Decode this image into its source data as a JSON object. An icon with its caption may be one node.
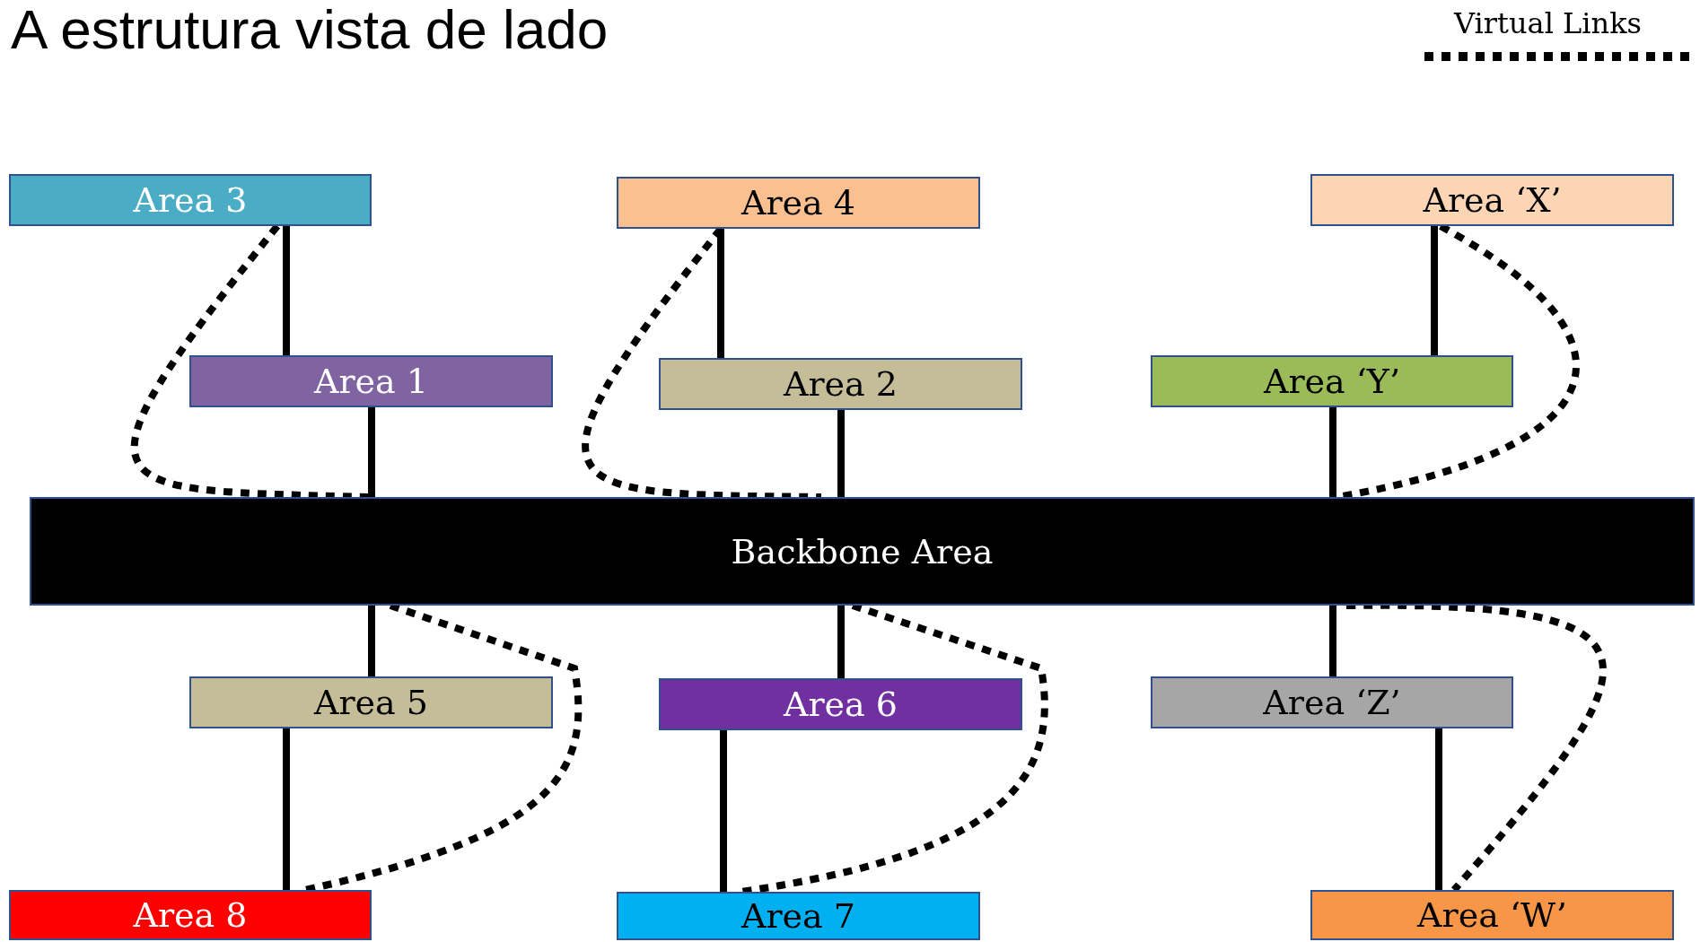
{
  "diagram": {
    "title": "A estrutura vista de lado",
    "nodes": [
      {
        "text": [
          "Area 3"
        ]
      },
      {
        "text": [
          "Area 4"
        ]
      },
      {
        "text": [
          "Area ‘X’"
        ]
      },
      {
        "text": [
          "Area 1"
        ]
      },
      {
        "text": [
          "Area 2"
        ]
      },
      {
        "text": [
          "Area ‘Y’"
        ]
      },
      {
        "text": [
          "Backbone Area"
        ]
      },
      {
        "text": [
          "Area 5"
        ]
      },
      {
        "text": [
          "Area 6"
        ]
      },
      {
        "text": [
          "Area ‘Z’"
        ]
      },
      {
        "text": [
          "Area 8"
        ]
      },
      {
        "text": [
          "Area 7"
        ]
      },
      {
        "text": [
          "Area ‘W’"
        ]
      }
    ],
    "edges": [
      {
        "from": 0,
        "to": 3,
        "arrow": "none"
      },
      {
        "from": 3,
        "to": 6,
        "arrow": "none"
      },
      {
        "from": 1,
        "to": 4,
        "arrow": "none"
      },
      {
        "from": 4,
        "to": 6,
        "arrow": "none"
      },
      {
        "from": 2,
        "to": 5,
        "arrow": "none"
      },
      {
        "from": 5,
        "to": 6,
        "arrow": "none"
      },
      {
        "from": 6,
        "to": 7,
        "arrow": "none"
      },
      {
        "from": 7,
        "to": 10,
        "arrow": "none"
      },
      {
        "from": 6,
        "to": 8,
        "arrow": "none"
      },
      {
        "from": 8,
        "to": 11,
        "arrow": "none"
      },
      {
        "from": 6,
        "to": 9,
        "arrow": "none"
      },
      {
        "from": 9,
        "to": 12,
        "arrow": "none"
      },
      {
        "from": 0,
        "to": 6,
        "arrow": "none",
        "style": "dashed"
      },
      {
        "from": 1,
        "to": 6,
        "arrow": "none",
        "style": "dashed"
      },
      {
        "from": 2,
        "to": 6,
        "arrow": "none",
        "style": "dashed"
      },
      {
        "from": 6,
        "to": 10,
        "arrow": "none",
        "style": "dashed"
      },
      {
        "from": 6,
        "to": 11,
        "arrow": "none",
        "style": "dashed"
      },
      {
        "from": 6,
        "to": 12,
        "arrow": "none",
        "style": "dashed"
      }
    ],
    "legend": [
      {
        "text": "Virtual Links"
      }
    ]
  }
}
